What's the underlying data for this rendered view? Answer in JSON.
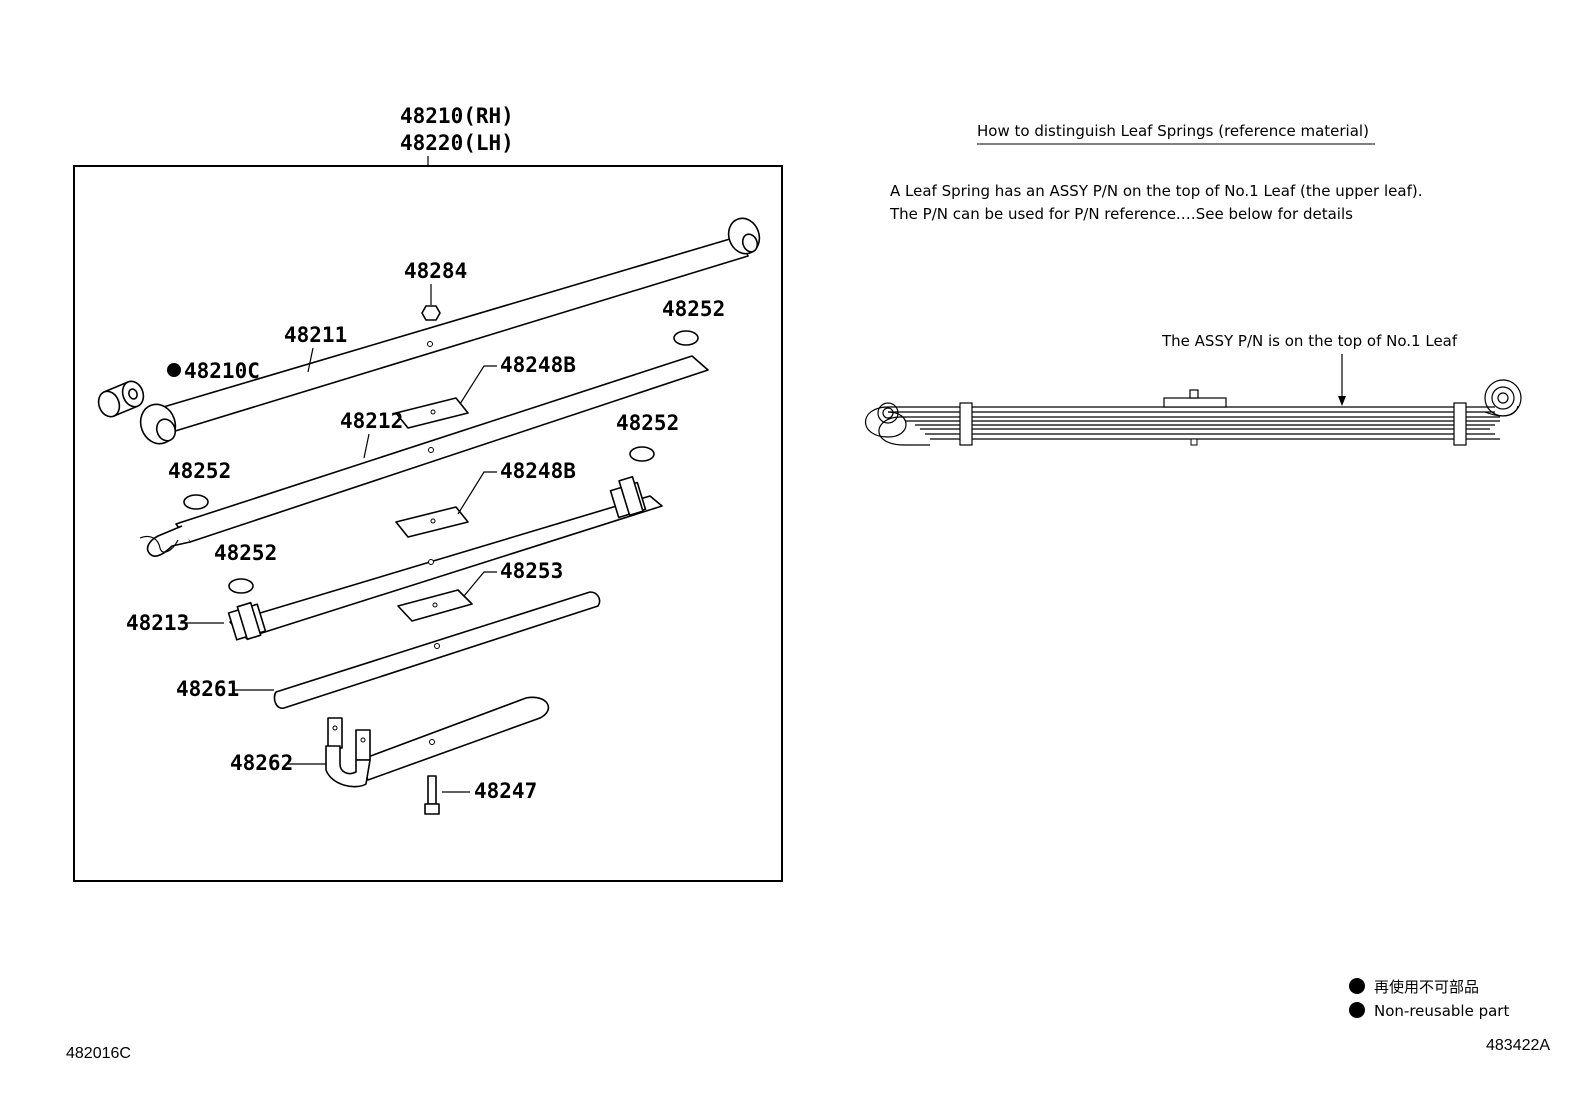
{
  "assembly": {
    "rh": "48210(RH)",
    "lh": "48220(LH)"
  },
  "parts": {
    "p48284": "48284",
    "p48252_a": "48252",
    "p48211": "48211",
    "p48210c": "48210C",
    "p48248b_a": "48248B",
    "p48212": "48212",
    "p48252_b": "48252",
    "p48252_c": "48252",
    "p48248b_b": "48248B",
    "p48252_d": "48252",
    "p48253": "48253",
    "p48213": "48213",
    "p48261": "48261",
    "p48262": "48262",
    "p48247": "48247"
  },
  "reference": {
    "title": "How to distinguish Leaf Springs (reference material)",
    "line1": "A Leaf Spring has an ASSY P/N on the top of No.1 Leaf (the upper leaf).",
    "line2": "The P/N can be used for P/N reference.…See below for details",
    "callout": "The ASSY P/N is on the top of No.1 Leaf"
  },
  "legend": {
    "jp": "再使用不可部品",
    "en": "Non-reusable part"
  },
  "codes": {
    "left": "482016C",
    "right": "483422A"
  }
}
